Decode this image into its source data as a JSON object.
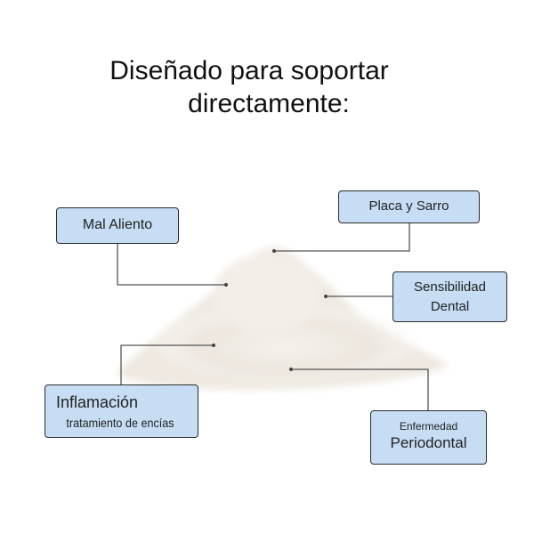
{
  "title": {
    "line1": "Diseñado para soportar",
    "line2": "directamente:"
  },
  "labels": {
    "mal_aliento": "Mal Aliento",
    "placa": "Placa y Sarro",
    "sensibilidad": {
      "line1": "Sensibilidad",
      "line2": "Dental"
    },
    "inflamacion": {
      "line1": "Inflamación",
      "line2": "tratamiento de encías"
    },
    "periodontal": {
      "line1": "Enfermedad",
      "line2": "Periodontal"
    }
  },
  "colors": {
    "box_fill": "#c6ddf3",
    "box_border": "#2b2b2b",
    "line": "#555555"
  }
}
